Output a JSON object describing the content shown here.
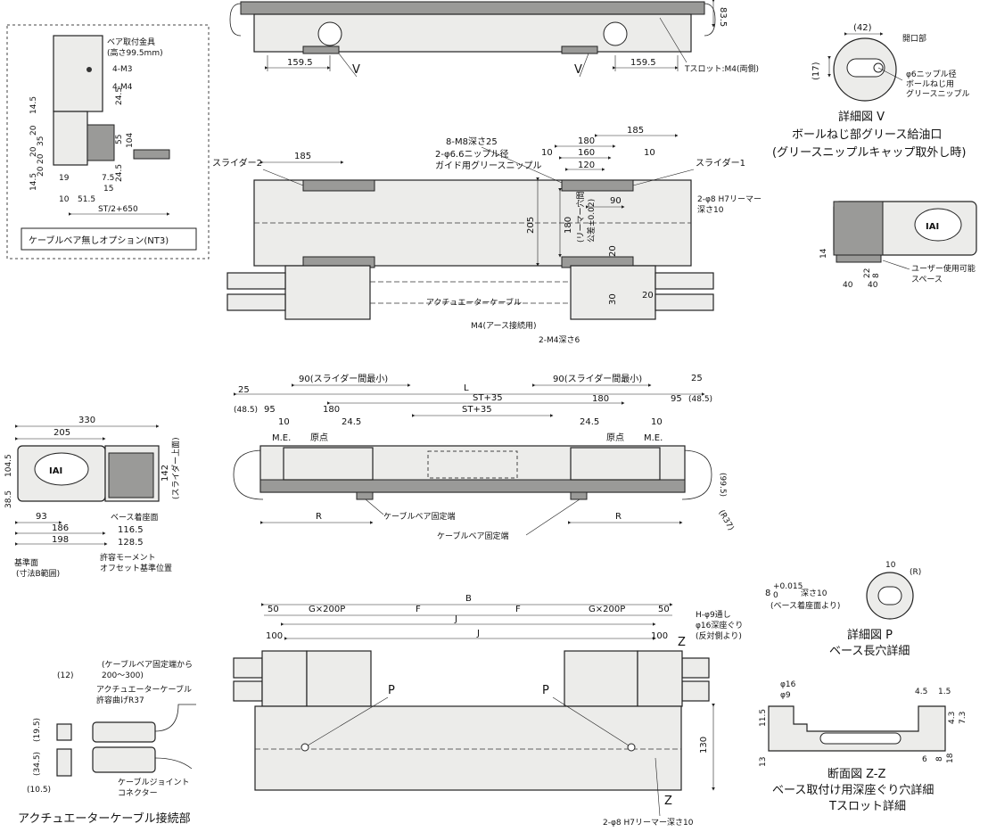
{
  "top_view": {
    "dims": [
      "159.5",
      "159.5",
      "83.5"
    ],
    "labels": {
      "v1": "V",
      "v2": "V",
      "tslot": "Tスロット:M4(両側)"
    }
  },
  "detail_v": {
    "dims": [
      "(42)",
      "(17)"
    ],
    "labels": [
      "開口部",
      "φ6ニップル径",
      "ボールねじ用",
      "グリースニップル"
    ],
    "caption": [
      "詳細図 V",
      "ボールねじ部グリース給油口",
      "(グリースニップルキャップ取外し時)"
    ]
  },
  "nt3_box": {
    "labels": [
      "ベア取付金具",
      "(高さ99.5mm)",
      "4-M3",
      "4-M4"
    ],
    "dims": [
      "14.5",
      "20",
      "35",
      "20",
      "20",
      "24.5",
      "55",
      "104",
      "14.5",
      "24.5",
      "19",
      "7.5",
      "10",
      "51.5",
      "15",
      "ST/2+650",
      "20"
    ],
    "caption": "ケーブルベア無しオプション(NT3)"
  },
  "middle_view": {
    "labels": {
      "slider2": "スライダー2",
      "slider1": "スライダー1",
      "m8": "8-M8深さ25",
      "nipple": [
        "2-φ6.6ニップル径",
        "ガイド用グリースニップル"
      ],
      "reamer": [
        "2-φ8 H7リーマー",
        "深さ10"
      ],
      "reamer_tol": [
        "(リーマー穴間",
        "公差±0.02)"
      ],
      "cable": "アクチュエーターケーブル",
      "earth": "M4(アース接続用)",
      "m4": "2-M4深さ6"
    },
    "dims": [
      "185",
      "185",
      "180",
      "10",
      "160",
      "10",
      "120",
      "90",
      "205",
      "180",
      "20",
      "30",
      "20"
    ]
  },
  "right_view": {
    "dims": [
      "14",
      "40",
      "40",
      "22",
      "8"
    ],
    "label": [
      "ユーザー使用可能",
      "スペース"
    ],
    "logo": "IAI"
  },
  "front_view": {
    "dims": {
      "top_left": "90(スライダー間最小)",
      "top_right": "90(スライダー間最小)",
      "L": "L",
      "st35a": "ST+35",
      "st35b": "ST+35",
      "d25l": "25",
      "d25r": "25",
      "d95l": "95",
      "d95r": "95",
      "d180l": "180",
      "d180r": "180",
      "d485l": "(48.5)",
      "d485r": "(48.5)",
      "d10l": "10",
      "d10r": "10",
      "d245l": "24.5",
      "d245r": "24.5",
      "d995": "(99.5)",
      "r37": "(R37)",
      "rl": "R",
      "rr": "R"
    },
    "labels": {
      "me_l": "M.E.",
      "me_r": "M.E.",
      "origin_l": "原点",
      "origin_r": "原点",
      "cable_fix1": "ケーブルベア固定端",
      "cable_fix2": "ケーブルベア固定端"
    }
  },
  "left_end_view": {
    "dims": [
      "330",
      "205",
      "104.5",
      "38.5",
      "142",
      "93",
      "186",
      "198",
      "116.5",
      "128.5"
    ],
    "labels": [
      "(スライダー上面)",
      "ベース着座面",
      "基準面",
      "(寸法B範囲)",
      "許容モーメント",
      "オフセット基準位置"
    ],
    "logo": "IAI"
  },
  "bottom_view": {
    "dims": [
      "B",
      "50",
      "G×200P",
      "F",
      "F",
      "G×200P",
      "50",
      "J",
      "100",
      "J",
      "100",
      "130"
    ],
    "labels": {
      "p1": "P",
      "p2": "P",
      "z1": "Z",
      "z2": "Z",
      "holes": [
        "H-φ9通し",
        "φ16深座ぐり",
        "(反対側より)"
      ],
      "reamer": "2-φ8 H7リーマー深さ10"
    }
  },
  "detail_p": {
    "dims": [
      "10",
      "(R)"
    ],
    "tol": [
      "8",
      "+0.015",
      "0",
      "深さ10"
    ],
    "note": "(ベース着座面より)",
    "caption": [
      "詳細図 P",
      "ベース長穴詳細"
    ]
  },
  "section_zz": {
    "dims": [
      "φ16",
      "φ9",
      "4.5",
      "1.5",
      "11.5",
      "4.3",
      "7.3",
      "13",
      "6",
      "8",
      "18"
    ],
    "caption": [
      "断面図 Z-Z",
      "ベース取付け用深座ぐり穴詳細",
      "Tスロット詳細"
    ]
  },
  "cable_conn": {
    "dims": [
      "(12)",
      "(19.5)",
      "(34.5)",
      "(10.5)"
    ],
    "labels": [
      "(ケーブルベア固定端から",
      "200〜300)",
      "アクチュエーターケーブル",
      "許容曲げR37",
      "ケーブルジョイント",
      "コネクター"
    ],
    "caption": "アクチュエーターケーブル接続部"
  }
}
